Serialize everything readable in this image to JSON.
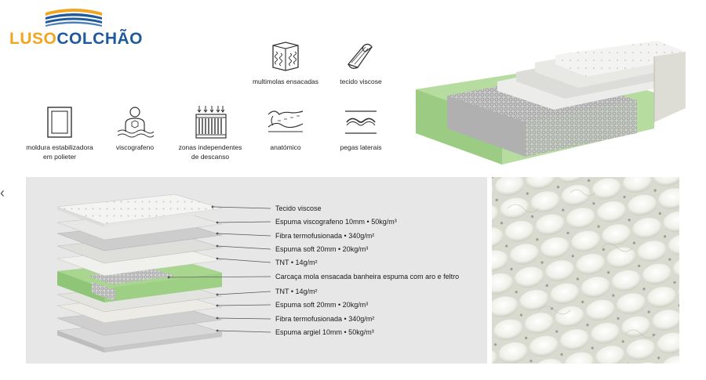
{
  "brand": {
    "logo_part1": "LUSO",
    "logo_part2": "COLCHÃO",
    "color_orange": "#f2a51f",
    "color_blue": "#1f5a9c"
  },
  "features": [
    {
      "icon": "pocket-springs-icon",
      "label_lines": [
        "multimolas ensacadas"
      ]
    },
    {
      "icon": "viscose-fabric-icon",
      "label_lines": [
        "tecido viscose"
      ]
    },
    {
      "icon": "polyester-frame-icon",
      "label_lines": [
        "moldura estabilizadora",
        "em polieter"
      ]
    },
    {
      "icon": "graphene-icon",
      "label_lines": [
        "viscografeno"
      ]
    },
    {
      "icon": "rest-zones-icon",
      "label_lines": [
        "zonas independentes",
        "de descanso"
      ]
    },
    {
      "icon": "anatomic-icon",
      "label_lines": [
        "anatómico"
      ]
    },
    {
      "icon": "side-handles-icon",
      "label_lines": [
        "pegas laterais"
      ]
    }
  ],
  "layers": [
    "Tecido viscose",
    "Espuma viscografeno 10mm • 50kg/m³",
    "Fibra termofusionada • 340g/m²",
    "Espuma soft 20mm • 20kg/m³",
    "TNT • 14g/m²",
    "Carcaça mola ensacada banheira espuma com aro e feltro",
    "TNT • 14g/m²",
    "Espuma soft 20mm • 20kg/m³",
    "Fibra termofusionada • 340g/m²",
    "Espuma argiel 10mm • 50kg/m³"
  ],
  "colors": {
    "panel_bg": "#e7e7e7",
    "foam_green": "#a9d68f",
    "spring_grey": "#b9b9b9"
  }
}
